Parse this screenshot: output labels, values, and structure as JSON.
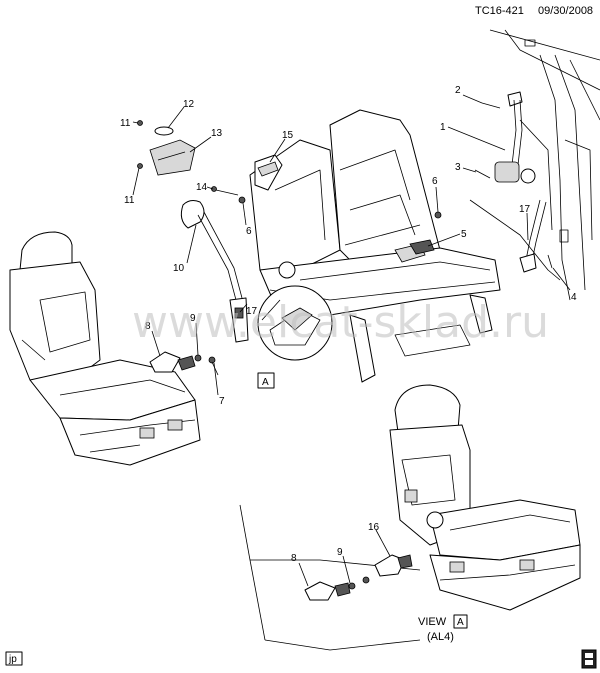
{
  "header": {
    "code": "TC16-421",
    "date": "09/30/2008"
  },
  "watermark": "www.elcat-sklad.ru",
  "view": {
    "label": "VIEW",
    "marker": "A",
    "sub": "(AL4)"
  },
  "detail_marker": "A",
  "footer": {
    "code": "jp"
  },
  "callouts": {
    "c1": "1",
    "c2": "2",
    "c3": "3",
    "c4": "4",
    "c5": "5",
    "c6a": "6",
    "c6b": "6",
    "c7": "7",
    "c8a": "8",
    "c8b": "8",
    "c9a": "9",
    "c9b": "9",
    "c10": "10",
    "c11a": "11",
    "c11b": "11",
    "c12": "12",
    "c13": "13",
    "c14": "14",
    "c15": "15",
    "c16": "16",
    "c17a": "17",
    "c17b": "17"
  },
  "colors": {
    "line": "#000000",
    "shade": "#d8d8d8",
    "watermark": "#bfbfbf"
  },
  "icons": {
    "corner": "manual-book-icon"
  }
}
